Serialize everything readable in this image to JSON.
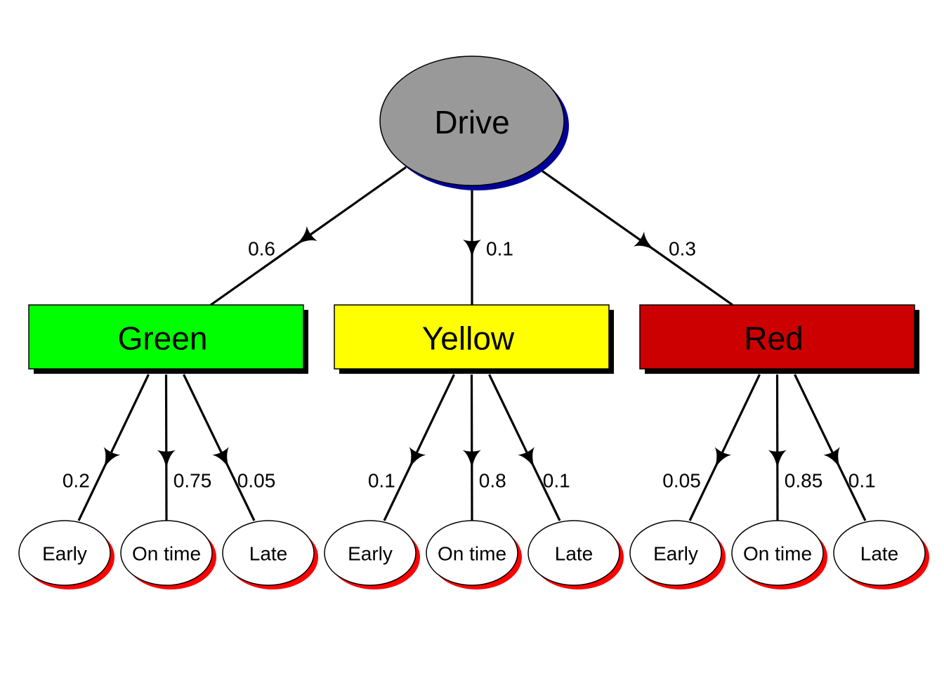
{
  "title": "Drive decision tree",
  "colors": {
    "root_fill": "#999999",
    "root_shadow": "#000099",
    "leaf_fill": "#ffffff",
    "leaf_shadow": "#ff0000",
    "box_shadow": "#000000",
    "edge": "#000000"
  },
  "root": {
    "label": "Drive"
  },
  "categories": [
    {
      "label": "Green",
      "color": "#00ff00",
      "probability": "0.6",
      "outcomes": [
        {
          "label": "Early",
          "probability": "0.2"
        },
        {
          "label": "On time",
          "probability": "0.75"
        },
        {
          "label": "Late",
          "probability": "0.05"
        }
      ]
    },
    {
      "label": "Yellow",
      "color": "#ffff00",
      "probability": "0.1",
      "outcomes": [
        {
          "label": "Early",
          "probability": "0.1"
        },
        {
          "label": "On time",
          "probability": "0.8"
        },
        {
          "label": "Late",
          "probability": "0.1"
        }
      ]
    },
    {
      "label": "Red",
      "color": "#cc0000",
      "probability": "0.3",
      "outcomes": [
        {
          "label": "Early",
          "probability": "0.05"
        },
        {
          "label": "On time",
          "probability": "0.85"
        },
        {
          "label": "Late",
          "probability": "0.1"
        }
      ]
    }
  ]
}
